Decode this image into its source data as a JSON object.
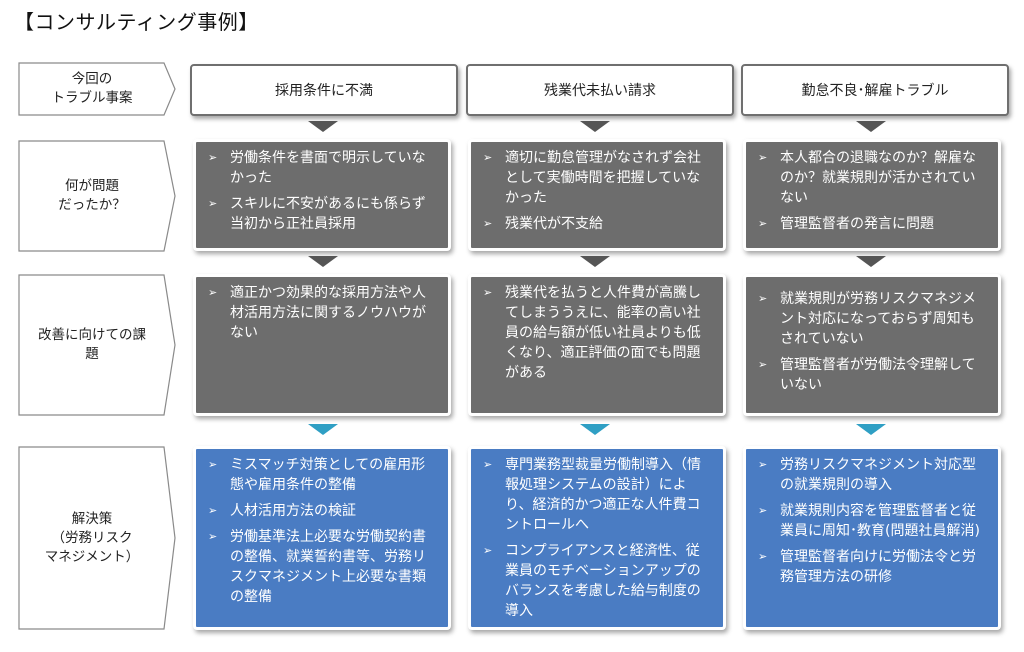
{
  "title": "【コンサルティング事例】",
  "row_labels": [
    "今回の\nトラブル事案",
    "何が問題\nだったか？",
    "改善に向けての課\n題",
    "解決策\n（労務リスク\nマネジメント）"
  ],
  "columns": [
    {
      "header": "採用条件に不満",
      "problem": [
        "労働条件を書面で明示していなかった",
        "スキルに不安があるにも係らず当初から正社員採用"
      ],
      "issue": [
        "適正かつ効果的な採用方法や人材活用方法に関するノウハウがない"
      ],
      "solution": [
        "ミスマッチ対策としての雇用形態や雇用条件の整備",
        "人材活用方法の検証",
        "労働基準法上必要な労働契約書の整備、就業誓約書等、労務リスクマネジメント上必要な書類の整備"
      ]
    },
    {
      "header": "残業代未払い請求",
      "problem": [
        "適切に勤怠管理がなされず会社として実働時間を把握していなかった",
        "残業代が不支給"
      ],
      "issue": [
        "残業代を払うと人件費が高騰してしまううえに、能率の高い社員の給与額が低い社員よりも低くなり、適正評価の面でも問題がある"
      ],
      "solution": [
        "専門業務型裁量労働制導入（情報処理システムの設計）により、経済的かつ適正な人件費コントロールへ",
        "コンプライアンスと経済性、従業員のモチベーションアップのバランスを考慮した給与制度の導入"
      ]
    },
    {
      "header": "勤怠不良･解雇トラブル",
      "problem": [
        "本人都合の退職なのか？解雇なのか？就業規則が活かされていない",
        "管理監督者の発言に問題"
      ],
      "issue": [
        "就業規則が労務リスクマネジメント対応になっておらず周知もされていない",
        "管理監督者が労働法令理解していない"
      ],
      "solution": [
        "労務リスクマネジメント対応型の就業規則の導入",
        "就業規則内容を管理監督者と従業員に周知･教育(問題社員解消)",
        "管理監督者向けに労働法令と労務管理方法の研修"
      ]
    }
  ],
  "bullet_glyph": "➢",
  "colors": {
    "gray_box": "#6d6d6d",
    "blue_box": "#4a7cc3",
    "dark_arrow": "#555555",
    "cyan_arrow": "#2f9fc4"
  }
}
